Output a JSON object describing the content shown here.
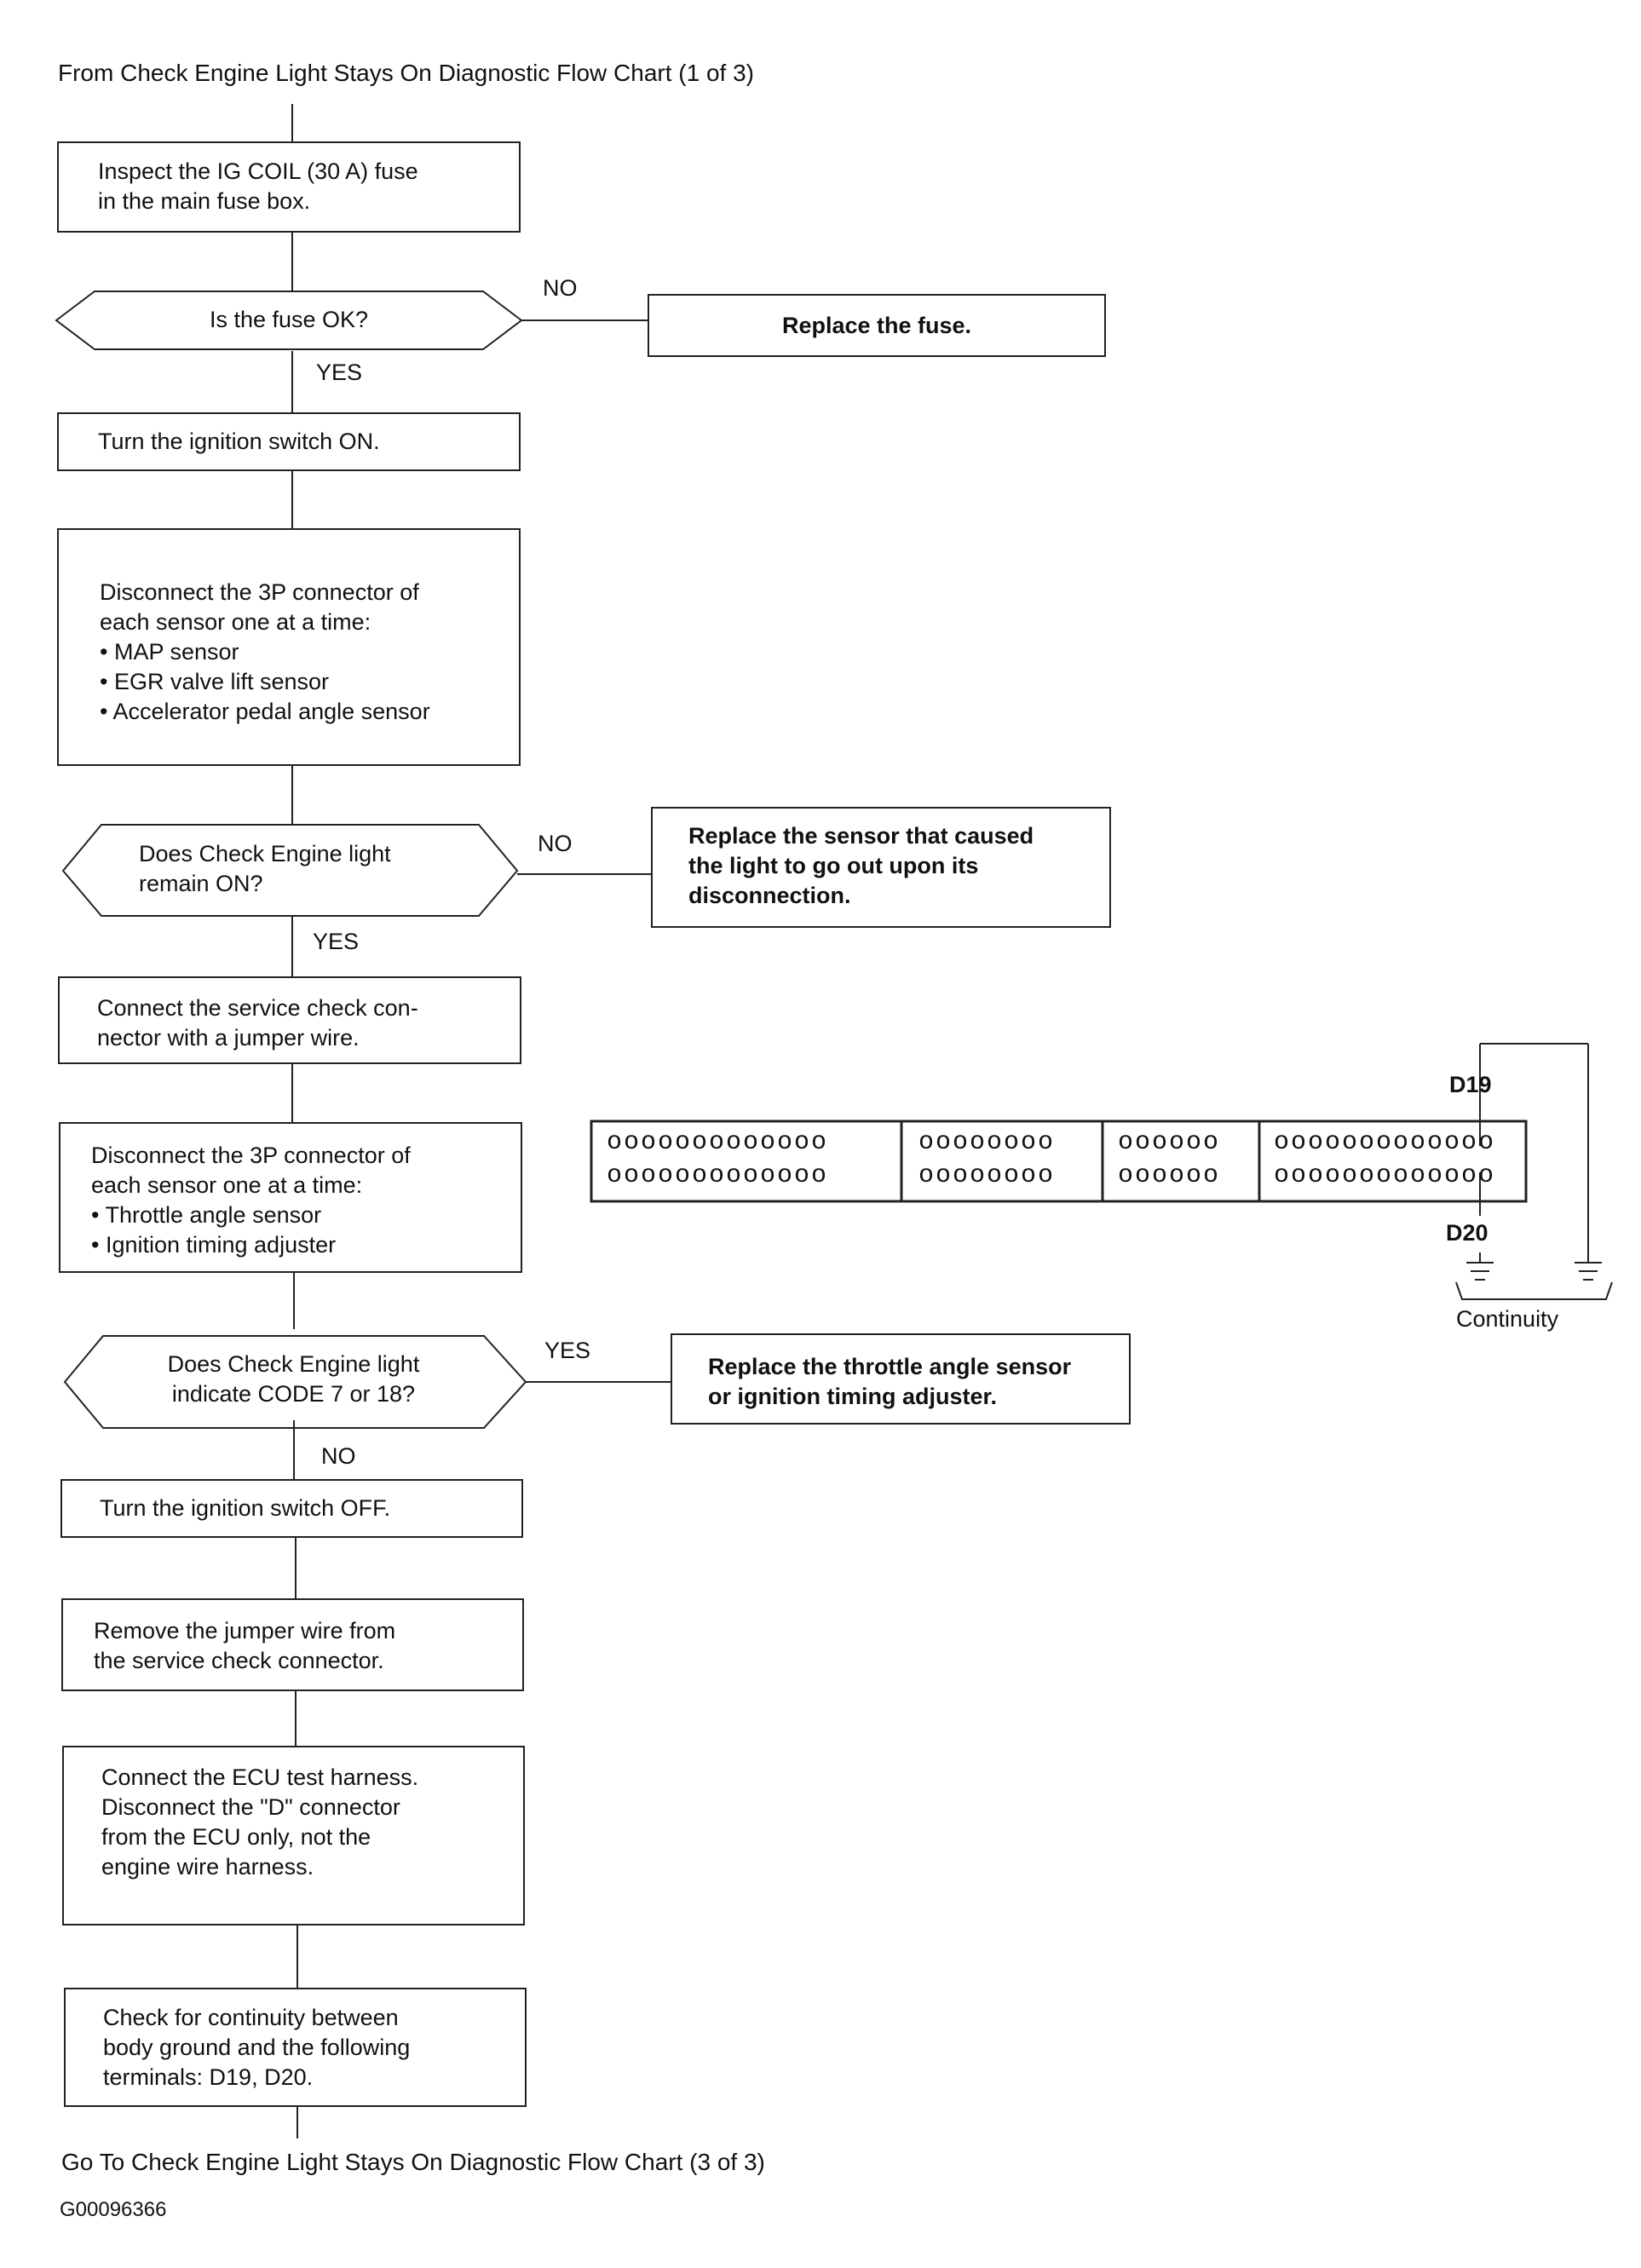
{
  "header": {
    "from": "From Check Engine Light Stays On Diagnostic Flow Chart (1 of 3)",
    "to": "Go To Check Engine Light Stays On Diagnostic Flow Chart (3 of 3)",
    "code": "G00096366"
  },
  "steps": {
    "inspect_fuse": "Inspect the IG COIL (30 A) fuse\nin the main fuse box.",
    "ignition_on": "Turn the ignition switch ON.",
    "disconnect_3p_a": "Disconnect the 3P connector of\neach sensor one at a time:\n•  MAP sensor\n•  EGR valve lift sensor\n•  Accelerator pedal angle sensor",
    "connect_check": "Connect the service check con-\nnector with a jumper wire.",
    "disconnect_3p_b": "Disconnect the 3P connector of\neach sensor one at a time:\n•  Throttle angle sensor\n•  Ignition timing adjuster",
    "ignition_off": "Turn the ignition switch OFF.",
    "remove_jumper": "Remove the jumper wire from\nthe service check connector.",
    "connect_ecu": "Connect the ECU test harness.\nDisconnect the \"D\" connector\nfrom the ECU only, not the\nengine wire harness.",
    "check_continuity": "Check for continuity between\nbody ground and the following\nterminals: D19, D20."
  },
  "decisions": {
    "fuse_ok": "Is the fuse OK?",
    "light_on": "Does Check Engine light\nremain ON?",
    "code_7_18": "Does Check Engine light\nindicate CODE 7 or 18?"
  },
  "results": {
    "replace_fuse": "Replace the fuse.",
    "replace_sensor": "Replace the sensor that caused\nthe light to go out upon its\ndisconnection.",
    "replace_throttle": "Replace the throttle angle sensor\nor ignition timing adjuster."
  },
  "branch_labels": {
    "no1": "NO",
    "yes1": "YES",
    "no2": "NO",
    "yes2": "YES",
    "yes3": "YES",
    "no3": "NO"
  },
  "connector": {
    "row1": [
      "ooooooooooooo",
      "oooooooo",
      "oooooo",
      "ooooooooooooo"
    ],
    "row2": [
      "ooooooooooooo",
      "oooooooo",
      "oooooo",
      "ooooooooooooo"
    ],
    "pin_d19": "D19",
    "pin_d20": "D20",
    "continuity": "Continuity"
  }
}
